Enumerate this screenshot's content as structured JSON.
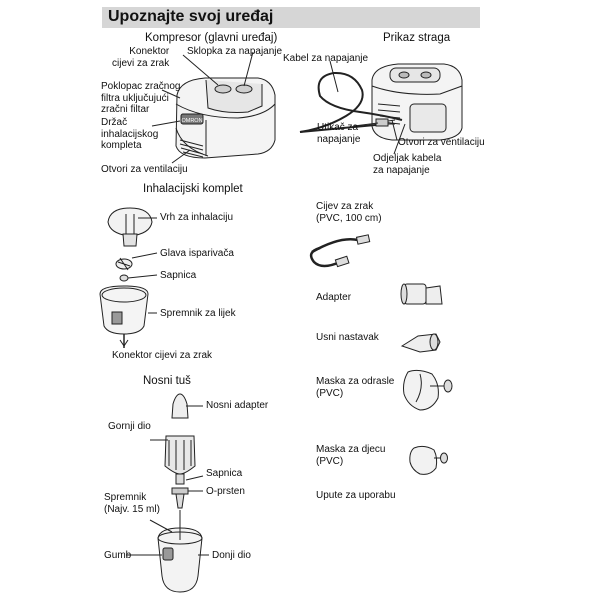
{
  "page": {
    "title": "Upoznajte svoj uređaj"
  },
  "compressor": {
    "title": "Kompresor (glavni uređaj)",
    "labels": {
      "air_tube_connector": "Konektor\ncijevi za zrak",
      "power_switch": "Sklopka za napajanje",
      "filter_cover": "Poklopac zračnog\nfiltra uključujući\nzračni filtar",
      "kit_holder": "Držač\ninhalacijskog\nkompleta",
      "vents": "Otvori za ventilaciju"
    },
    "brand": "OMRON"
  },
  "rear_view": {
    "title": "Prikaz straga",
    "labels": {
      "power_cable": "Kabel za napajanje",
      "power_plug": "Utikač za\nnapajanje",
      "vents": "Otvori za ventilaciju",
      "cable_compartment": "Odjeljak kabela\nza napajanje"
    }
  },
  "nebulizer_kit": {
    "title": "Inhalacijski komplet",
    "labels": {
      "inhalation_top": "Vrh za inhalaciju",
      "vaporizer_head": "Glava isparivača",
      "nozzle": "Sapnica",
      "medication_tank": "Spremnik za lijek",
      "air_tube_connector": "Konektor cijevi za zrak"
    }
  },
  "nasal_shower": {
    "title": "Nosni tuš",
    "labels": {
      "nasal_adapter": "Nosni adapter",
      "upper_part": "Gornji dio",
      "nozzle": "Sapnica",
      "o_ring": "O-prsten",
      "tank": "Spremnik\n(Najv. 15 ml)",
      "button": "Gumb",
      "lower_part": "Donji dio"
    }
  },
  "accessories": {
    "air_tube": "Cijev za zrak\n(PVC, 100 cm)",
    "adapter": "Adapter",
    "mouthpiece": "Usni nastavak",
    "adult_mask": "Maska za odrasle\n(PVC)",
    "child_mask": "Maska za djecu\n(PVC)",
    "manual": "Upute za uporabu"
  }
}
